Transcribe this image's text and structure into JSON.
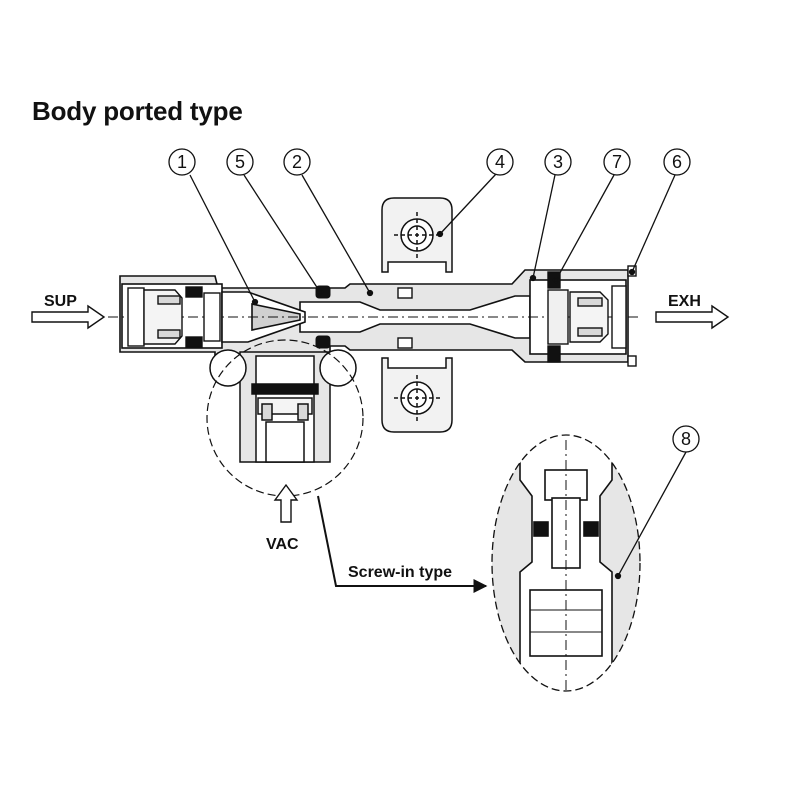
{
  "title": "Body ported type",
  "labels": {
    "sup": "SUP",
    "exh": "EXH",
    "vac": "VAC",
    "screw_in": "Screw-in type"
  },
  "callouts": [
    "1",
    "5",
    "2",
    "4",
    "3",
    "7",
    "6",
    "8"
  ],
  "colors": {
    "ink": "#111111",
    "body_fill": "#e6e6e6",
    "seal_fill": "#111111"
  }
}
